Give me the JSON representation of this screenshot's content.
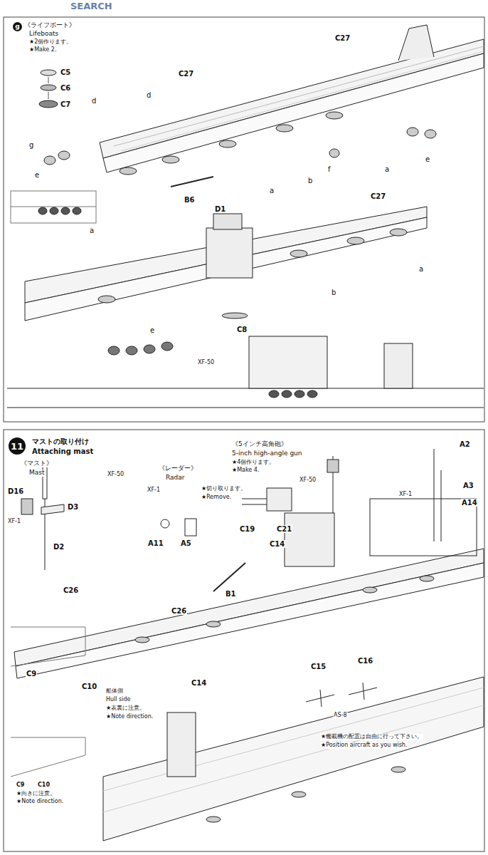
{
  "diagram": {
    "nodes": [
      {
        "text": [
          "g"
        ]
      },
      {
        "text": [
          "11"
        ]
      }
    ],
    "labels": [
      "SEARCH",
      "《ライフボート》",
      "Lifeboats",
      "★2個作ります。",
      "★Make 2.",
      "C5",
      "C6",
      "C7",
      "d",
      "d",
      "C27",
      "C27",
      "g",
      "e",
      "B6",
      "a",
      "b",
      "f",
      "a",
      "e",
      "C27",
      "a",
      "D1",
      "b",
      "a",
      "C8",
      "e",
      "XF-50",
      "マストの取り付け",
      "Attaching mast",
      "《マスト》",
      "Mast",
      "D16",
      "XF-1",
      "D3",
      "D2",
      "XF-50",
      "《レーダー》",
      "Radar",
      "XF-1",
      "★切り取ります。",
      "★Remove.",
      "A11",
      "A5",
      "《5インチ高角砲》",
      "5-inch high-angle gun",
      "★4個作ります。",
      "★Make 4.",
      "XF-50",
      "C19",
      "C21",
      "A2",
      "A3",
      "XF-1",
      "A14",
      "C14",
      "B1",
      "C26",
      "C26",
      "C9",
      "C10",
      "船体側",
      "Hull side",
      "★表裏に注意。",
      "★Note direction.",
      "C9",
      "C10",
      "★向きに注意。",
      "★Note direction.",
      "C14",
      "C15",
      "C16",
      "AS-8",
      "★艦載機の配置は自由に行って下さい。",
      "★Position aircraft as you wish."
    ]
  }
}
